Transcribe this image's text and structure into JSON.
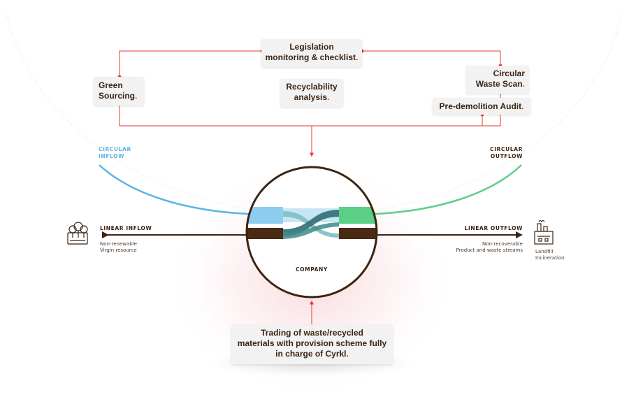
{
  "boxes": {
    "legislation": {
      "line1": "Legislation",
      "line2": "monitoring & checklist",
      "dot": "."
    },
    "green": {
      "line1": "Green",
      "line2": "Sourcing",
      "dot": "."
    },
    "recyclability": {
      "line1": "Recyclability",
      "line2": "analysis",
      "dot": "."
    },
    "waste_scan": {
      "line1": "Circular",
      "line2": "Waste Scan",
      "dot": "."
    },
    "predemolition": {
      "line1": "Pre-demolition Audit",
      "dot": "."
    },
    "trading": {
      "line1": "Trading of waste/recycled",
      "line2": "materials with provision scheme fully",
      "line3": "in charge of Cyrkl",
      "dot": "."
    }
  },
  "labels": {
    "circular_inflow": {
      "line1": "CIRCULAR",
      "line2": "INFLOW"
    },
    "circular_outflow": {
      "line1": "CIRCULAR",
      "line2": "OUTFLOW"
    },
    "linear_inflow": "LINEAR INFLOW",
    "linear_outflow": "LINEAR OUTFLOW",
    "inflow_sub": {
      "line1": "Non-renewable",
      "line2": "Virgin resource"
    },
    "outflow_sub": {
      "line1": "Non-recoverable",
      "line2": "Product and waste streams"
    },
    "landfill": {
      "line1": "Landfill",
      "line2": "Incineration"
    },
    "company": "COMPANY"
  },
  "icons": {
    "forest": "forest-icon",
    "factory": "factory-icon"
  },
  "colors": {
    "brown": "#3b2412",
    "red": "#e53935",
    "blue": "#5ab4e6",
    "green": "#5ccf86",
    "teal": "#2f6f73",
    "box_bg": "#f2f2f2"
  }
}
